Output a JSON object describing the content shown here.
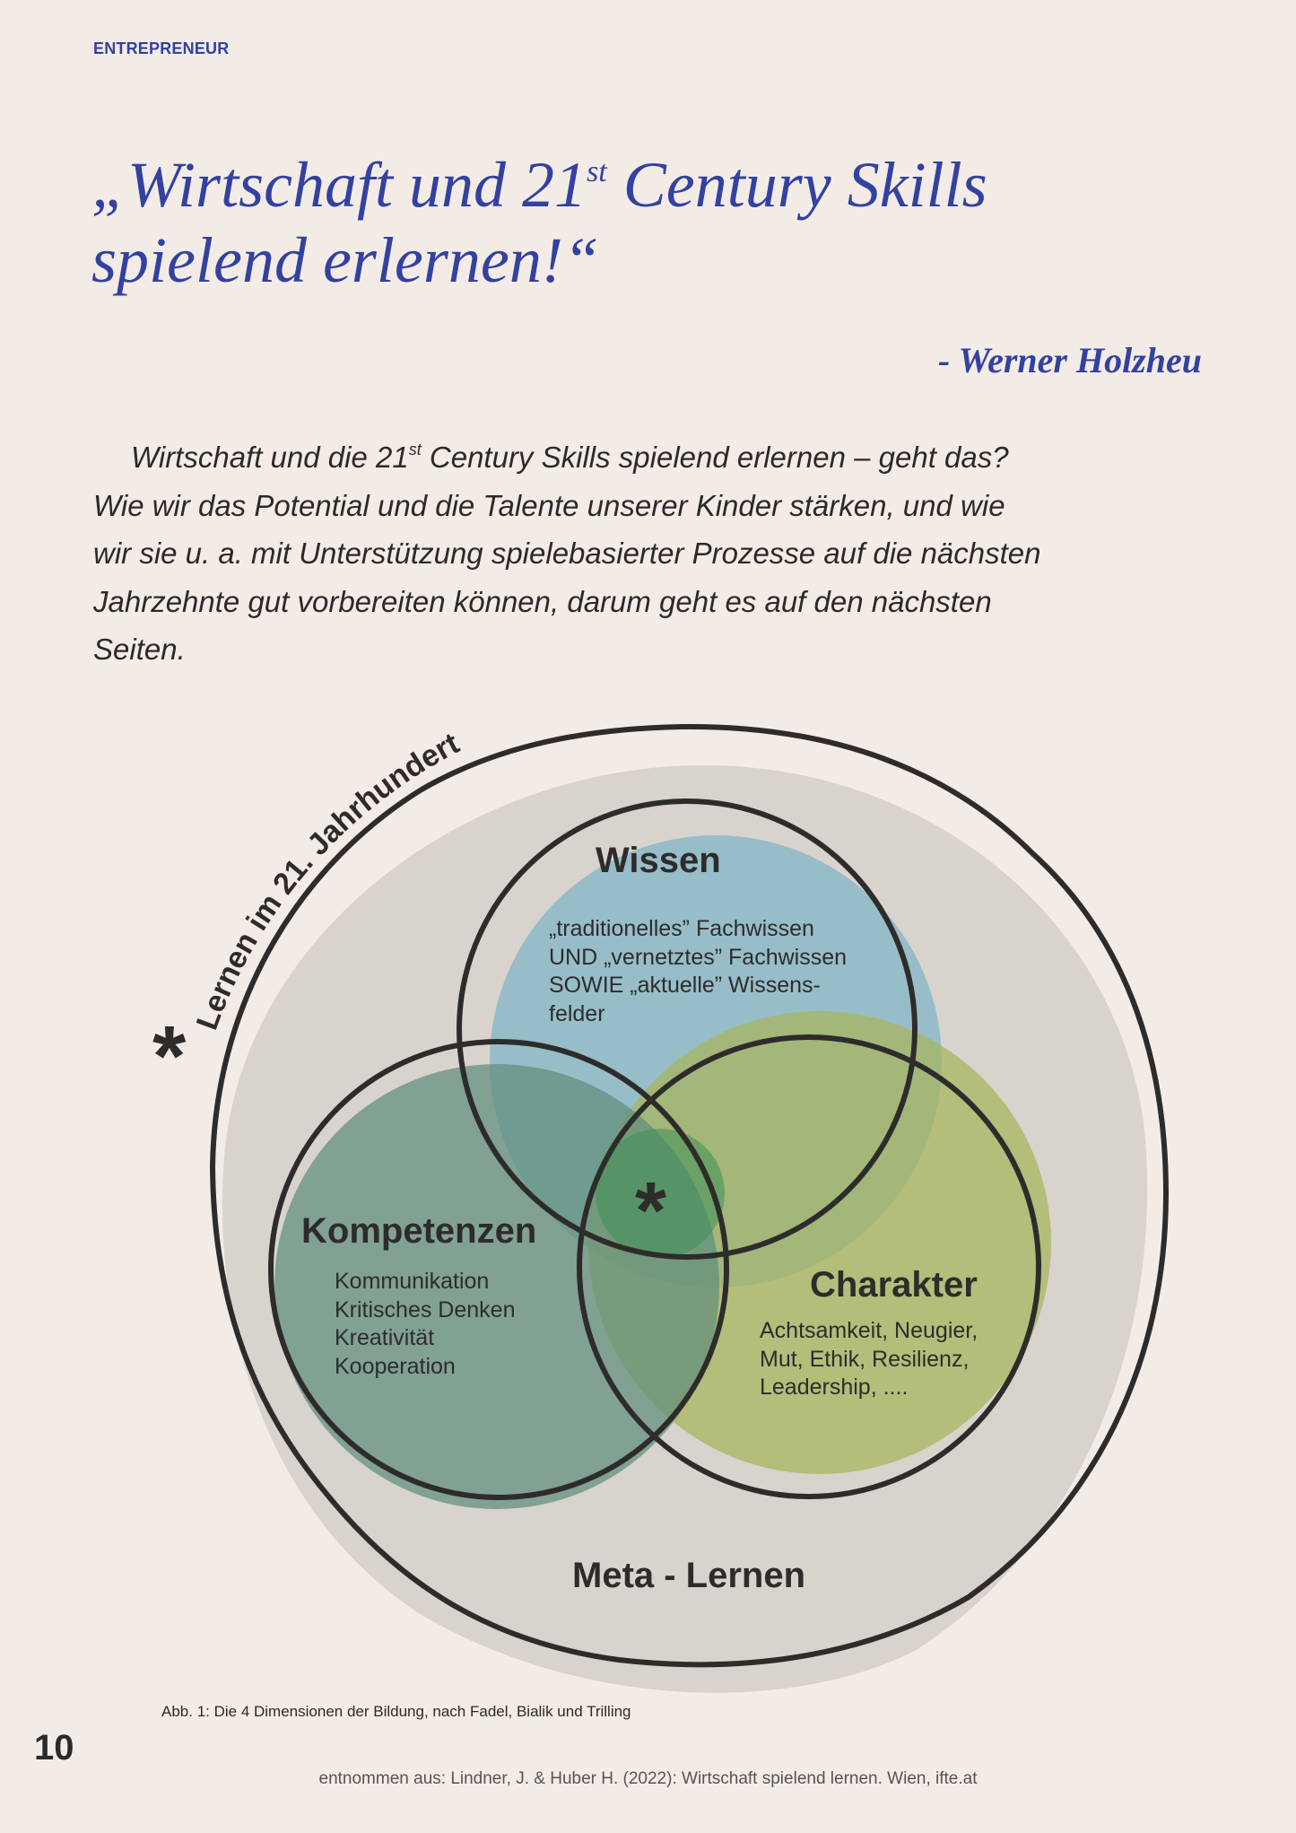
{
  "header": {
    "section": "ENTREPRENEUR"
  },
  "quote": {
    "line1_a": "„Wirtschaft und 21",
    "line1_sup": "st",
    "line1_b": " Century Skills",
    "line2": "spielend erlernen!“",
    "author": "- Werner Holzheu"
  },
  "intro": {
    "line1_a": "Wirtschaft und die 21",
    "line1_sup": "st",
    "line1_b": " Century Skills spielend erlernen – geht das?",
    "line2": "Wie wir das Potential und die Talente unserer Kinder stärken, und wie",
    "line3": "wir sie u. a. mit Unterstützung spielebasierter Prozesse auf die nächsten",
    "line4": "Jahrzehnte gut vorbereiten können, darum geht es auf den nächsten",
    "line5": "Seiten."
  },
  "diagram": {
    "arc_label": "Lernen im 21. Jahrhundert",
    "star": "*",
    "wissen": {
      "title": "Wissen",
      "lines": [
        "„traditionelles” Fachwissen",
        "UND „vernetztes” Fachwissen",
        "SOWIE „aktuelle” Wissens-",
        "felder"
      ]
    },
    "kompetenzen": {
      "title": "Kompetenzen",
      "lines": [
        "Kommunikation",
        "Kritisches Denken",
        "Kreativität",
        "Kooperation"
      ]
    },
    "charakter": {
      "title": "Charakter",
      "lines": [
        "Achtsamkeit, Neugier,",
        "Mut, Ethik, Resilienz,",
        "Leadership, ...."
      ]
    },
    "center_star": "*",
    "meta": "Meta - Lernen",
    "colors": {
      "wissen": "#97bdc8",
      "kompetenzen": "#86a597",
      "charakter": "#bbbe72",
      "meta": "#d8d3cd",
      "outline": "#2e2c2b"
    }
  },
  "caption": "Abb. 1: Die 4 Dimensionen der Bildung, nach Fadel, Bialik und Trilling",
  "page_number": "10",
  "footer": "entnommen aus: Lindner, J. & Huber H. (2022): Wirtschaft spielend lernen. Wien, ifte.at"
}
